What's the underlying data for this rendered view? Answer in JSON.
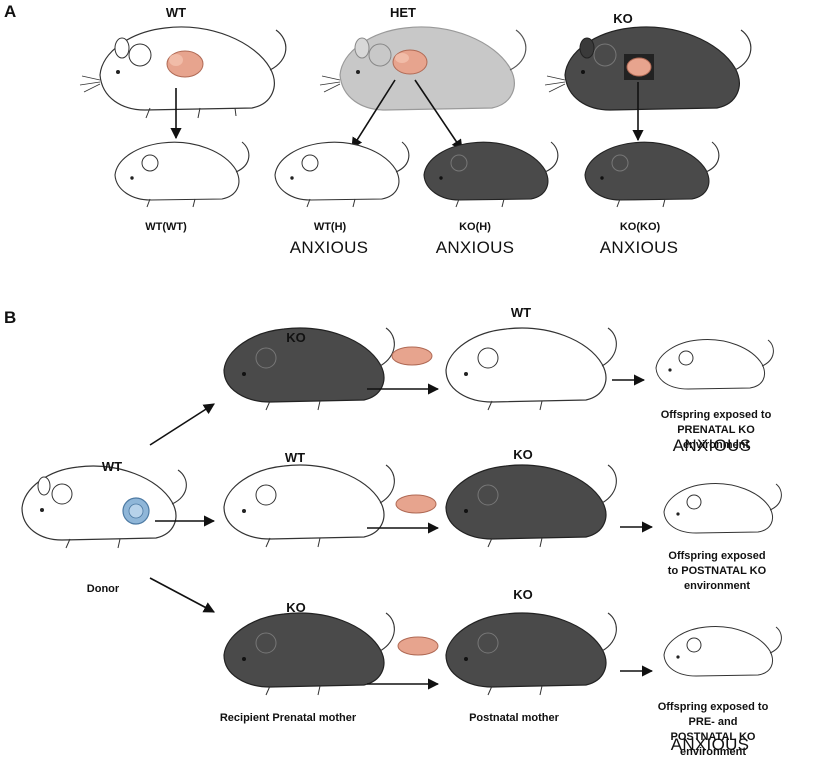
{
  "panel_a": {
    "letter": "A",
    "mothers": [
      "WT",
      "HET",
      "KO"
    ],
    "offspring": [
      "WT(WT)",
      "WT(H)",
      "KO(H)",
      "KO(KO)"
    ],
    "phenotype": "ANXIOUS"
  },
  "panel_b": {
    "letter": "B",
    "donor": {
      "genotype": "WT",
      "label": "Donor"
    },
    "rows": [
      {
        "recipient": "KO",
        "postnatal": "WT",
        "caption_1": "Offspring exposed to PRENATAL KO",
        "caption_2": "environment",
        "phenotype": "ANXIOUS"
      },
      {
        "recipient": "WT",
        "postnatal": "KO",
        "caption_1": "Offspring exposed to POSTNATAL KO",
        "caption_2": "environment",
        "phenotype": ""
      },
      {
        "recipient": "KO",
        "postnatal": "KO",
        "caption_1": "Offspring exposed to PRE- and",
        "caption_2": "POSTNATAL KO environment",
        "phenotype": "ANXIOUS"
      }
    ],
    "recipient_label": "Recipient Prenatal mother",
    "postnatal_label": "Postnatal mother"
  },
  "colors": {
    "white_mouse": "#ffffff",
    "het_mouse": "#c8c8c8",
    "ko_mouse": "#4a4a4a",
    "outline": "#333333",
    "pup": "#e7a48e",
    "embryo_dish": "#8fb6d8"
  }
}
